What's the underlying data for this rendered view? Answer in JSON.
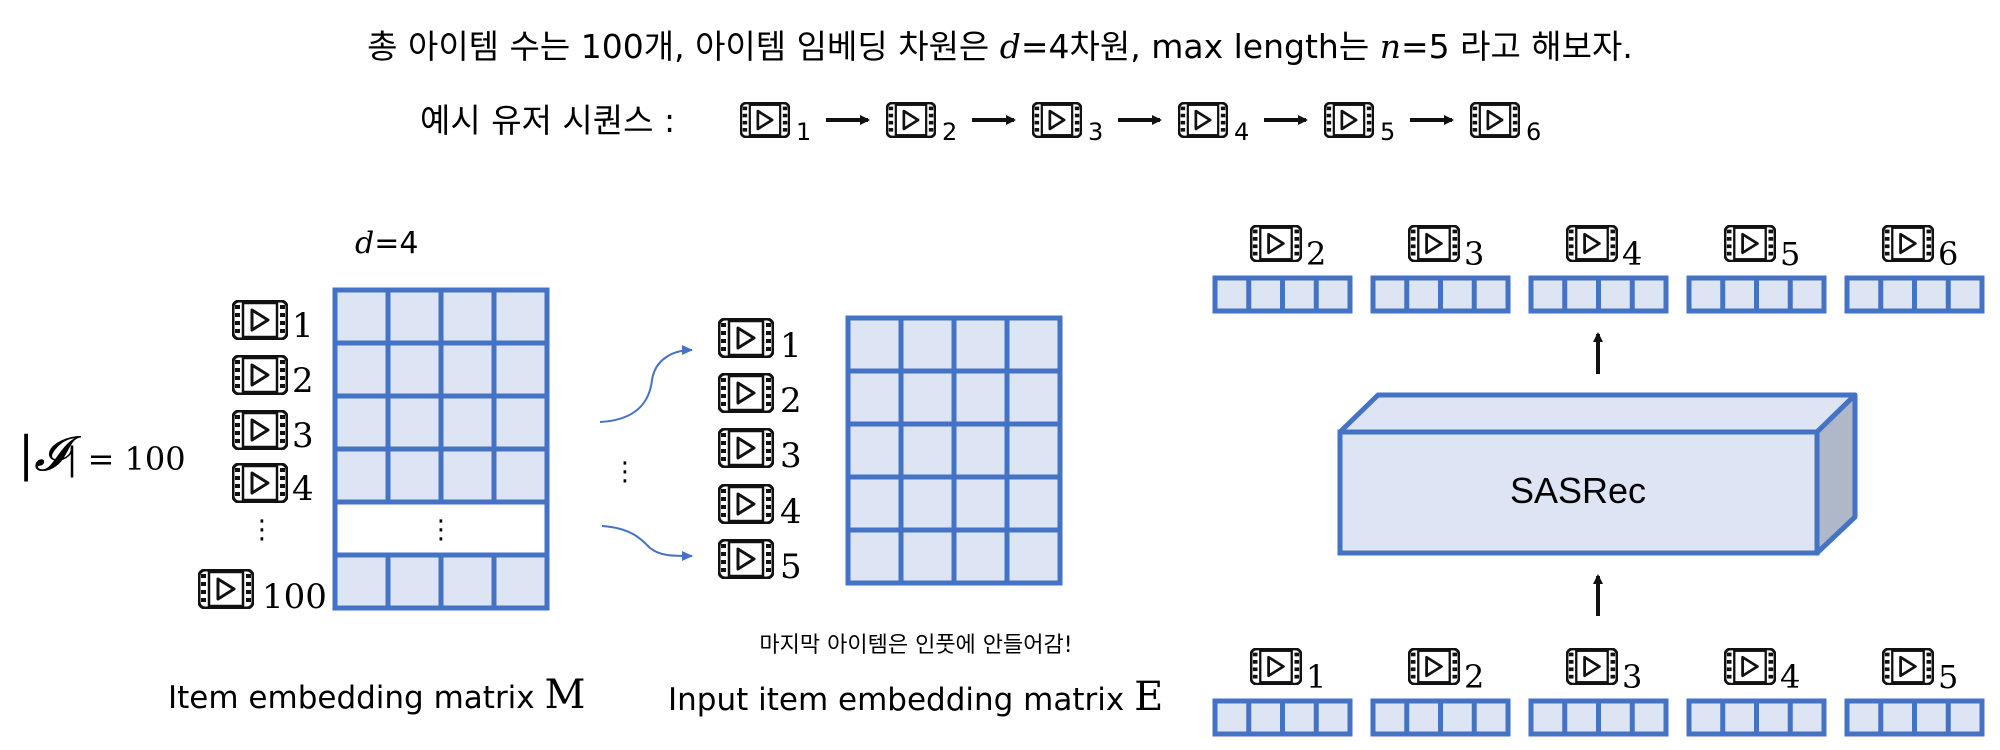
{
  "header": {
    "line1_a": "총 아이템 수는 100개, 아이템 임베딩 차원은 ",
    "line1_d": "d",
    "line1_b": "=4차원, max length는 ",
    "line1_n": "n",
    "line1_c": "=5 라고 해보자.",
    "line2_label": "예시 유저 시퀀스 :",
    "sequence": [
      "1",
      "2",
      "3",
      "4",
      "5",
      "6"
    ]
  },
  "left": {
    "dim_d": "d",
    "dim_val": "=4",
    "rows": [
      "1",
      "2",
      "3",
      "4"
    ],
    "dots": "⋮",
    "last_row": "100",
    "set_label_left": "|",
    "set_label_I": "𝓘",
    "set_label_right": "| = 100",
    "caption_text": "Item embedding matrix ",
    "caption_symbol": "M"
  },
  "middle": {
    "dots": "⋮",
    "rows": [
      "1",
      "2",
      "3",
      "4",
      "5"
    ],
    "note": "마지막 아이템은 인풋에 안들어감!",
    "caption_text": "Input item embedding matrix ",
    "caption_symbol": "E"
  },
  "right": {
    "outputs": [
      "2",
      "3",
      "4",
      "5",
      "6"
    ],
    "inputs": [
      "1",
      "2",
      "3",
      "4",
      "5"
    ],
    "model_label": "SASRec"
  },
  "colors": {
    "cell_fill": "#dde5f4",
    "border": "#4472c4",
    "box_side": "#aeb8c8"
  }
}
